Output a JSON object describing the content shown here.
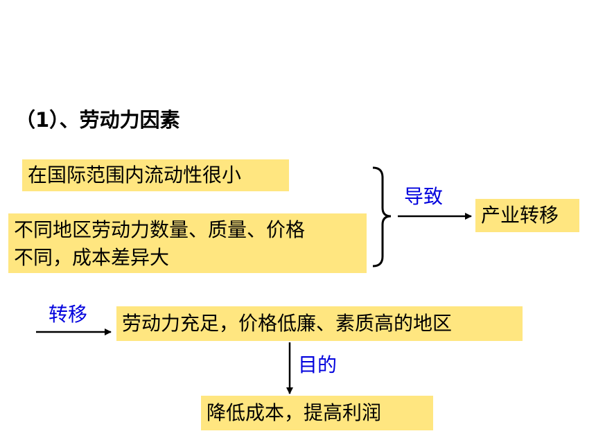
{
  "title": "（1）、劳动力因素",
  "nodes": {
    "mobility": "在国际范围内流动性很小",
    "difference_line1": "不同地区劳动力数量、质量、价格",
    "difference_line2": "不同，成本差异大",
    "industry_transfer": "产业转移",
    "destination": "劳动力充足，价格低廉、素质高的地区",
    "goal": "降低成本，提高利润"
  },
  "edges": {
    "lead_to": "导致",
    "transfer": "转移",
    "purpose": "目的"
  },
  "colors": {
    "box_fill": "#FFE680",
    "label_text": "#0000DD",
    "arrow": "#000000"
  }
}
